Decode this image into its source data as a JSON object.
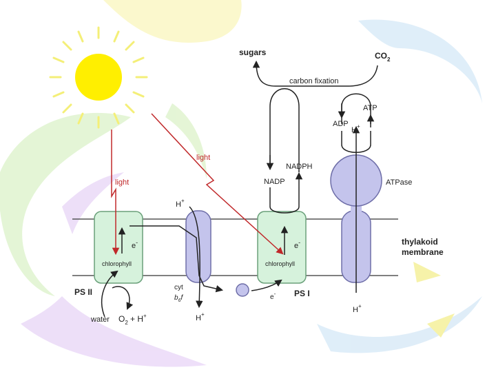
{
  "labels": {
    "sugars": "sugars",
    "co2": "CO",
    "co2_sub": "2",
    "carbon_fixation": "carbon fixation",
    "atp": "ATP",
    "adp": "ADP",
    "h_top": "H",
    "h_top_sup": "+",
    "nadph": "NADPH",
    "nadp": "NADP",
    "atpase": "ATPase",
    "light_1": "light",
    "light_2": "light",
    "h_lumen_left": "H",
    "h_lumen_left_sup": "+",
    "e_ps2": "e",
    "e_ps2_sup": "-",
    "chlorophyll_ps2": "chlorophyll",
    "ps2": "PS II",
    "e_ps1": "e",
    "e_ps1_sup": "-",
    "chlorophyll_ps1": "chlorophyll",
    "ps1": "PS I",
    "e_transfer": "e",
    "e_transfer_sup": "-",
    "thylakoid_line1": "thylakoid",
    "thylakoid_line2": "membrane",
    "cyt": "cyt",
    "b6f": "b",
    "b6f_sub": "6",
    "b6f_tail": "f",
    "water": "water",
    "o2": "O",
    "o2_sub": "2",
    "plus_h": "+ H",
    "plus_h_sup": "+",
    "h_cyt": "H",
    "h_cyt_sup": "+",
    "h_bottom_right": "H",
    "h_bottom_right_sup": "+"
  },
  "colors": {
    "sun": "#ffef00",
    "ray": "#f4ef78",
    "light_arrow": "#c0282a",
    "photosystem_fill": "#d6f2dc",
    "photosystem_stroke": "#6aa07a",
    "complex_fill": "#c4c4ec",
    "complex_stroke": "#6e6ea8",
    "swirl_yellow": "#fbf7c8",
    "swirl_green": "#e2f4d2",
    "swirl_blue": "#dcecf8",
    "swirl_purple": "#ecdcf8"
  }
}
